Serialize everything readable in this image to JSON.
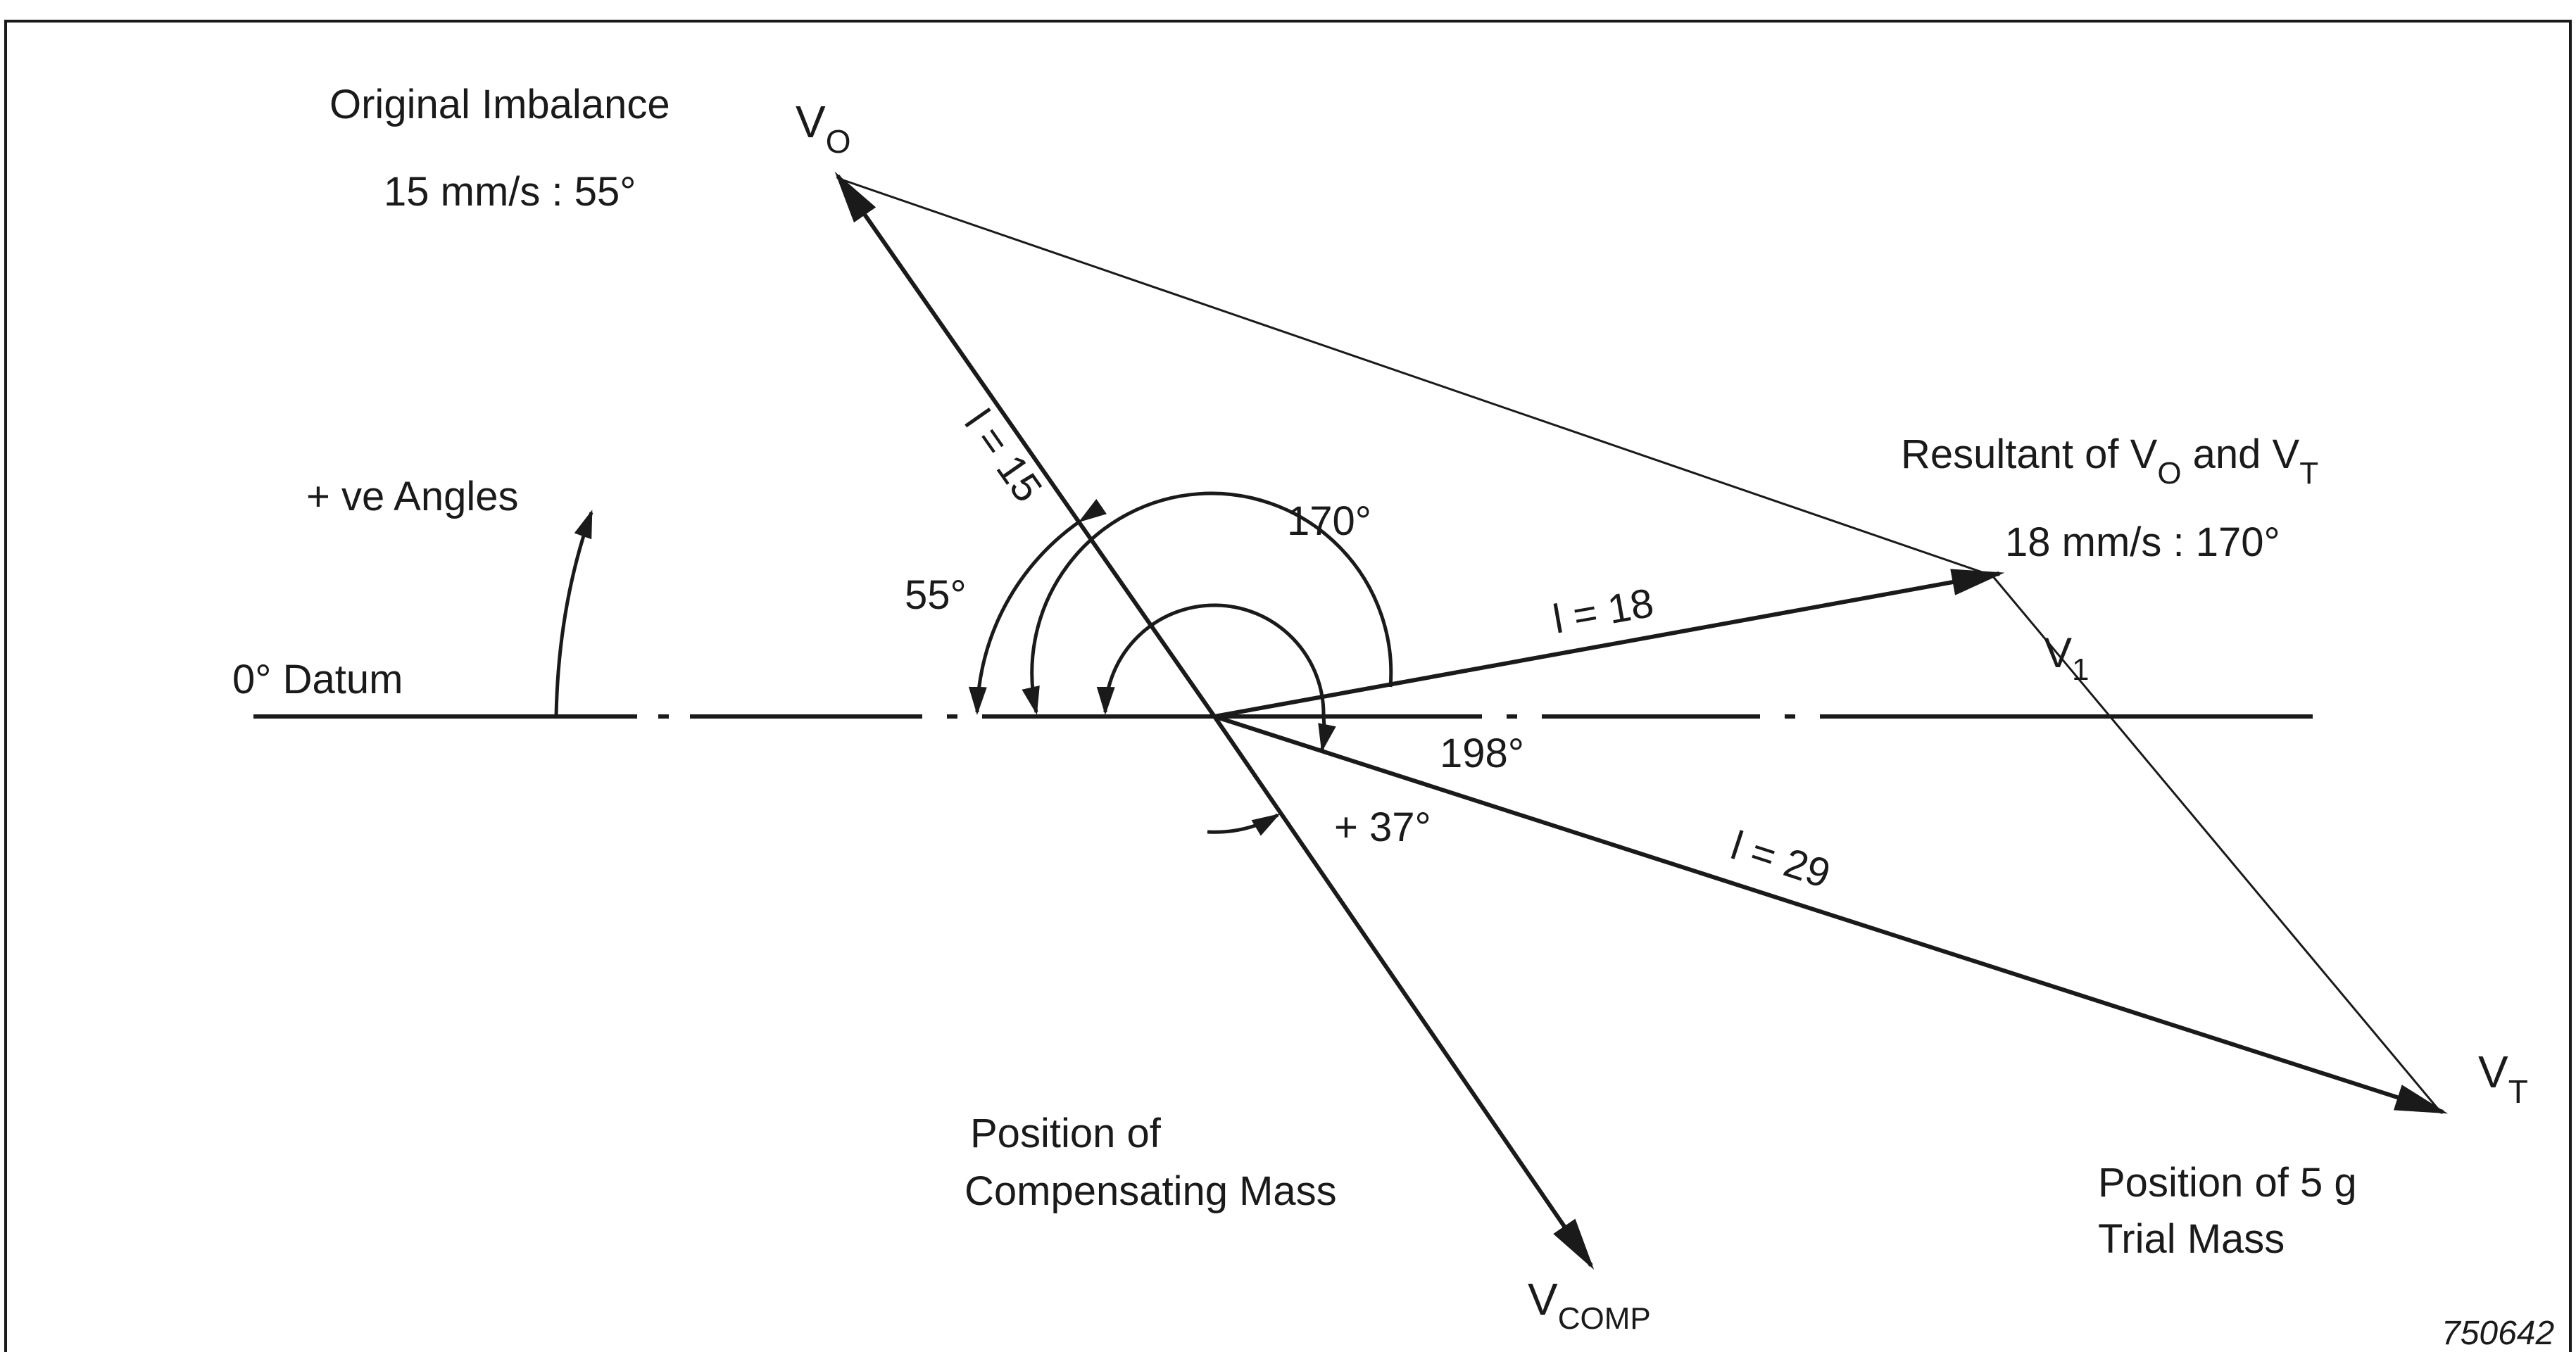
{
  "labels": {
    "original_imbalance_title": "Original Imbalance",
    "original_imbalance_value": "15 mm/s : 55°",
    "v_o_main": "V",
    "v_o_sub": "O",
    "positive_angles": "+ ve Angles",
    "datum": "0° Datum",
    "resultant_title_part1": "Resultant of V",
    "resultant_title_sub1": "O",
    "resultant_title_part2": " and V",
    "resultant_title_sub2": "T",
    "resultant_value": "18 mm/s : 170°",
    "v1": "V",
    "v1_sub": "1",
    "v_t_main": "V",
    "v_t_sub": "T",
    "v_comp_main": "V",
    "v_comp_sub": "COMP",
    "l15": "l = 15",
    "l18": "l = 18",
    "l29": "l = 29",
    "angle_55": "55°",
    "angle_170": "170°",
    "angle_198": "198°",
    "angle_37": "+ 37°",
    "compensating_line1": "Position of",
    "compensating_line2": "Compensating Mass",
    "trial_line1": "Position of 5 g",
    "trial_line2": "Trial Mass",
    "figure_code": "750642"
  },
  "vectors": [
    {
      "name": "V_O",
      "magnitude_mm_s": 15,
      "angle_deg": 55
    },
    {
      "name": "V_1",
      "magnitude_mm_s": 18,
      "angle_deg": 170
    },
    {
      "name": "V_T",
      "magnitude_mm_s": 29,
      "angle_deg": 198
    },
    {
      "name": "V_COMP",
      "correction_deg": 37
    }
  ],
  "colors": {
    "ink": "#1a1a1a",
    "background": "#ffffff"
  }
}
